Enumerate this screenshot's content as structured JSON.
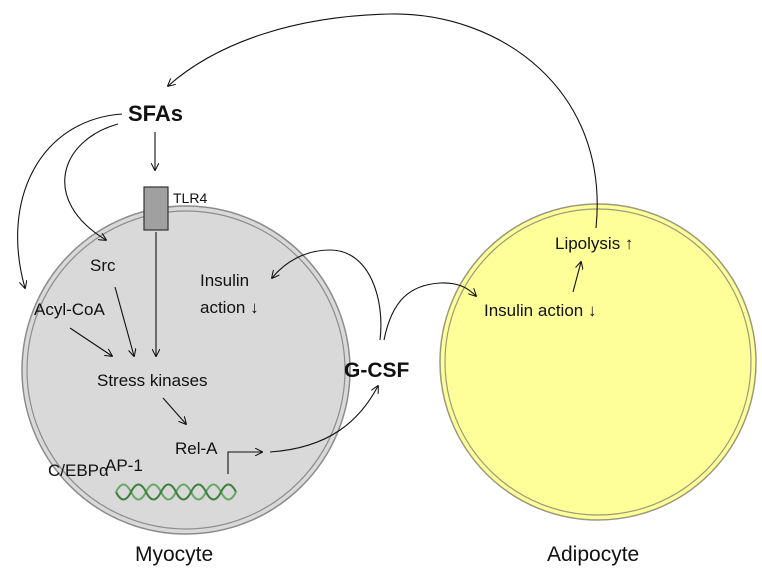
{
  "labels": {
    "sfas": "SFAs",
    "tlr4": "TLR4",
    "src": "Src",
    "acyl_coa": "Acyl-CoA",
    "insulin_action_myocyte_line1": "Insulin",
    "insulin_action_myocyte_line2": "action ↓",
    "stress_kinases": "Stress kinases",
    "rel_a": "Rel-A",
    "ap1": "AP-1",
    "cebpa": "C/EBPα",
    "gcsf": "G-CSF",
    "lipolysis": "Lipolysis ↑",
    "insulin_action_adipocyte": "Insulin action ↓",
    "myocyte": "Myocyte",
    "adipocyte": "Adipocyte"
  },
  "colors": {
    "myocyte_fill": "#d9d9d9",
    "myocyte_stroke": "#8c8c8c",
    "adipocyte_fill": "#ffff99",
    "adipocyte_stroke": "#9a9a7a",
    "receptor": "#a0a0a0",
    "dna": "#6aa86a"
  }
}
